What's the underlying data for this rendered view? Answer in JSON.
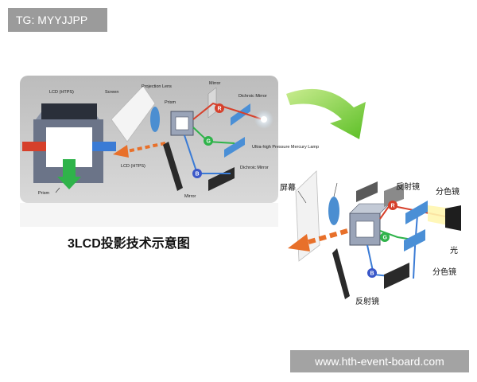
{
  "tag": "TG: MYYJJPP",
  "watermark": "www.hth-event-board.com",
  "caption": "3LCD投影技术示意图",
  "diagram_en": {
    "lcd_top": "LCD (HTPS)",
    "prism_left": "Prism",
    "screen": "Screen",
    "projection_lens": "Projection Lens",
    "prism": "Prism",
    "mirror_top": "Mirror",
    "dichroic_top": "Dichroic Mirror",
    "lamp": "Ultra-high Pressure Mercury Lamp",
    "lcd_bottom": "LCD (HTPS)",
    "dichroic_bottom": "Dichroic Mirror",
    "mirror_bottom": "Mirror",
    "r": "R",
    "g": "G",
    "b": "B"
  },
  "diagram_cn": {
    "screen": "屏幕",
    "mirror_top": "反射镜",
    "dichroic_top": "分色镜",
    "light": "光",
    "dichroic_bottom": "分色镜",
    "mirror_bottom": "反射镜",
    "r": "R",
    "g": "G",
    "b": "B"
  }
}
